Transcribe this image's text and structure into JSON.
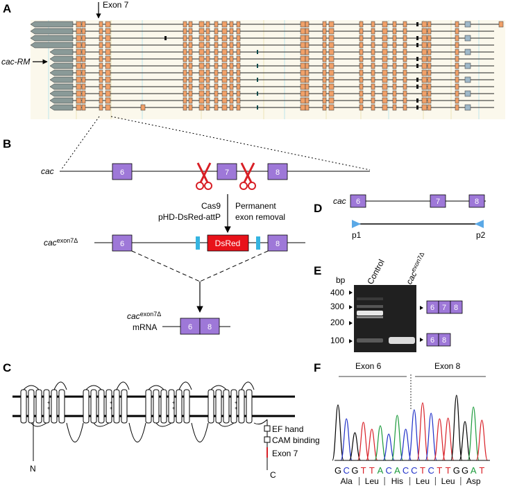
{
  "panels": {
    "a": {
      "letter": "A",
      "exon7_label": "Exon 7",
      "cac_rm_label": "cac-RM",
      "track_count": 13
    },
    "b": {
      "letter": "B",
      "cac_label": "cac",
      "exons_top": [
        "6",
        "7",
        "8"
      ],
      "arrow_left_lines": [
        "Cas9",
        "pHD-DsRed-attP"
      ],
      "arrow_right_lines": [
        "Permanent",
        "exon removal"
      ],
      "allele_base": "cac",
      "allele_sup": "exon7Δ",
      "exons_mid": [
        "6",
        "8"
      ],
      "dsred_label": "DsRed",
      "mrna_label": "mRNA",
      "exons_mrna": [
        "6",
        "8"
      ]
    },
    "c": {
      "letter": "C",
      "n_label": "N",
      "c_label": "C",
      "ef_hand_label": "EF hand",
      "cam_label": "CAM binding",
      "exon7_label": "Exon 7"
    },
    "d": {
      "letter": "D",
      "cac_label": "cac",
      "exons": [
        "6",
        "7",
        "8"
      ],
      "primer1": "p1",
      "primer2": "p2"
    },
    "e": {
      "letter": "E",
      "bp_label": "bp",
      "ladder": [
        "400",
        "300",
        "200",
        "100"
      ],
      "lane1": "Control",
      "lane2_base": "cac",
      "lane2_sup": "exon7Δ",
      "band_upper_exons": [
        "6",
        "7",
        "8"
      ],
      "band_lower_exons": [
        "6",
        "8"
      ]
    },
    "f": {
      "letter": "F",
      "exon_left": "Exon 6",
      "exon_right": "Exon 8",
      "bases": [
        "G",
        "C",
        "G",
        "T",
        "T",
        "A",
        "C",
        "A",
        "C",
        "C",
        "T",
        "C",
        "T",
        "T",
        "G",
        "G",
        "A",
        "T"
      ],
      "amino_acids": [
        "Ala",
        "Leu",
        "His",
        "Leu",
        "Leu",
        "Asp"
      ]
    }
  },
  "colors": {
    "exon_purple": "#9e78d8",
    "exon_orange": "#f0a068",
    "utr_gray": "#8a9a98",
    "dsred": "#e8121a",
    "cyan_marker": "#35b4e0",
    "scissor_red": "#d81f26",
    "primer_blue": "#5aa8e6",
    "base_A": "#1a9a3a",
    "base_C": "#1f30c8",
    "base_G": "#000000",
    "base_T": "#d81f26"
  }
}
